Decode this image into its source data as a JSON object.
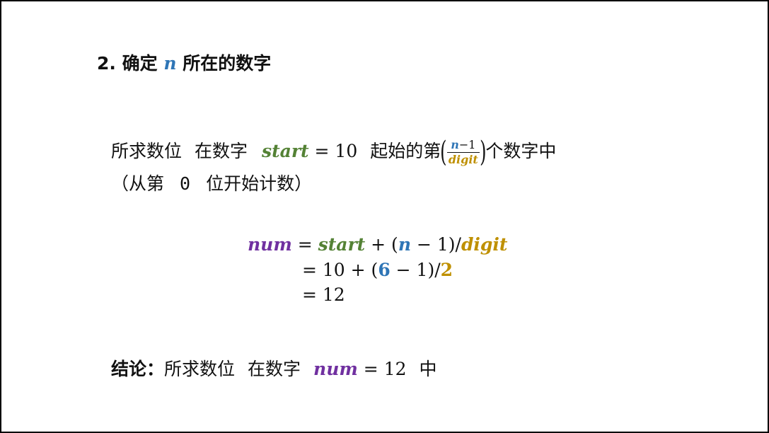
{
  "heading": {
    "prefix": "2. 确定 ",
    "var_n": "n",
    "suffix": " 所在的数字"
  },
  "statement": {
    "part1": "所求数位",
    "part2": "在数字",
    "var_start": "start",
    "eq_value": " = 10",
    "part3": "起始的第",
    "frac_num_var": "n",
    "frac_num_rest": "−1",
    "frac_den": "digit",
    "part4": "个数字中",
    "note_open": "（从第",
    "note_zero": "0",
    "note_close": "位开始计数）"
  },
  "equation": {
    "lhs": "num",
    "eq": " = ",
    "start": "start",
    "plus_open": " + (",
    "n": "n",
    "minus_one_close": " − 1)/",
    "digit": "digit",
    "line2_prefix": "= 10 + (",
    "line2_n_value": "6",
    "line2_mid": " − 1)/",
    "line2_digit_value": "2",
    "line3": "= 12"
  },
  "conclusion": {
    "label": "结论：",
    "part1": "所求数位",
    "part2": "在数字",
    "var_num": "num",
    "eq_value": " = 12",
    "part3": "中"
  },
  "colors": {
    "n": "#2e75b6",
    "start": "#548235",
    "num": "#7030a0",
    "digit": "#bf9000"
  }
}
